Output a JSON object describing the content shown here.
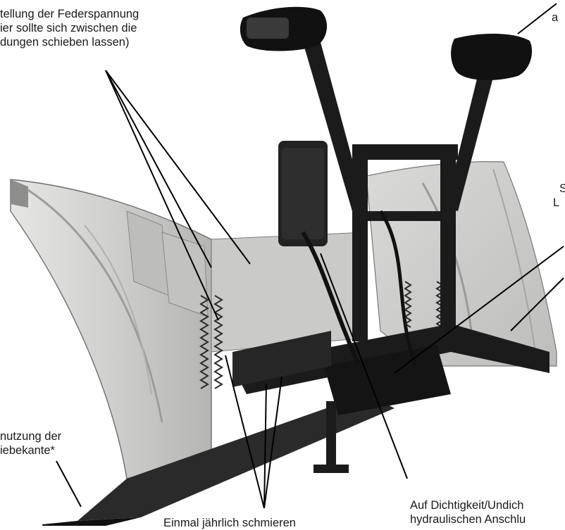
{
  "callouts": {
    "spring_tension": {
      "lines": [
        "tellung der Federspannung",
        "ier sollte sich zwischen die",
        "dungen schieben lassen)"
      ]
    },
    "right_top": {
      "lines": [
        "a"
      ]
    },
    "right_mid": {
      "lines": [
        "S",
        "L"
      ]
    },
    "cutting_edge": {
      "lines": [
        "nutzung der",
        "iebekante*"
      ]
    },
    "lubricate": {
      "lines": [
        "Einmal jährlich schmieren"
      ]
    },
    "hydraulic": {
      "lines": [
        "Auf Dichtigkeit/Undich",
        "hydraulischen Anschlu"
      ]
    }
  },
  "colors": {
    "blade": "#c9c9c7",
    "frame": "#1b1b1b",
    "leader": "#000000"
  }
}
